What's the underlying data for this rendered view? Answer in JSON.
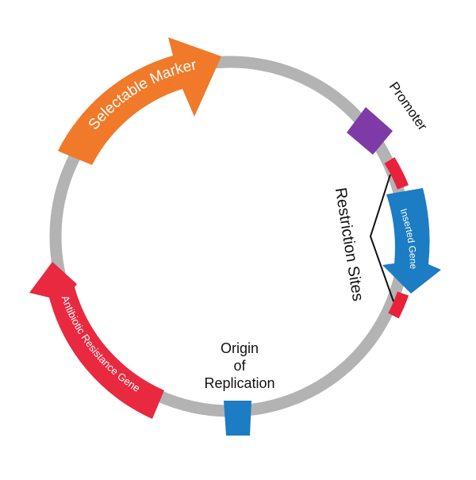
{
  "diagram": {
    "labels": {
      "selectable_marker": "Selectable Marker",
      "promoter": "Promoter",
      "restriction_sites": "Restriction Sites",
      "inserted_gene": "Inserted Gene",
      "origin_line1": "Origin",
      "origin_line2": "of",
      "origin_line3": "Replication",
      "antibiotic_resistance_gene": "Antibiotic Resistance Gene"
    },
    "colors": {
      "backbone": "#b3b3b3",
      "selectable_marker": "#f07a2a",
      "promoter": "#7e3aa6",
      "restriction_site": "#e8223b",
      "inserted_gene": "#1c7cc4",
      "origin": "#1c7cc4",
      "antibiotic_resistance": "#e8293f",
      "callout_line": "#111111"
    }
  }
}
